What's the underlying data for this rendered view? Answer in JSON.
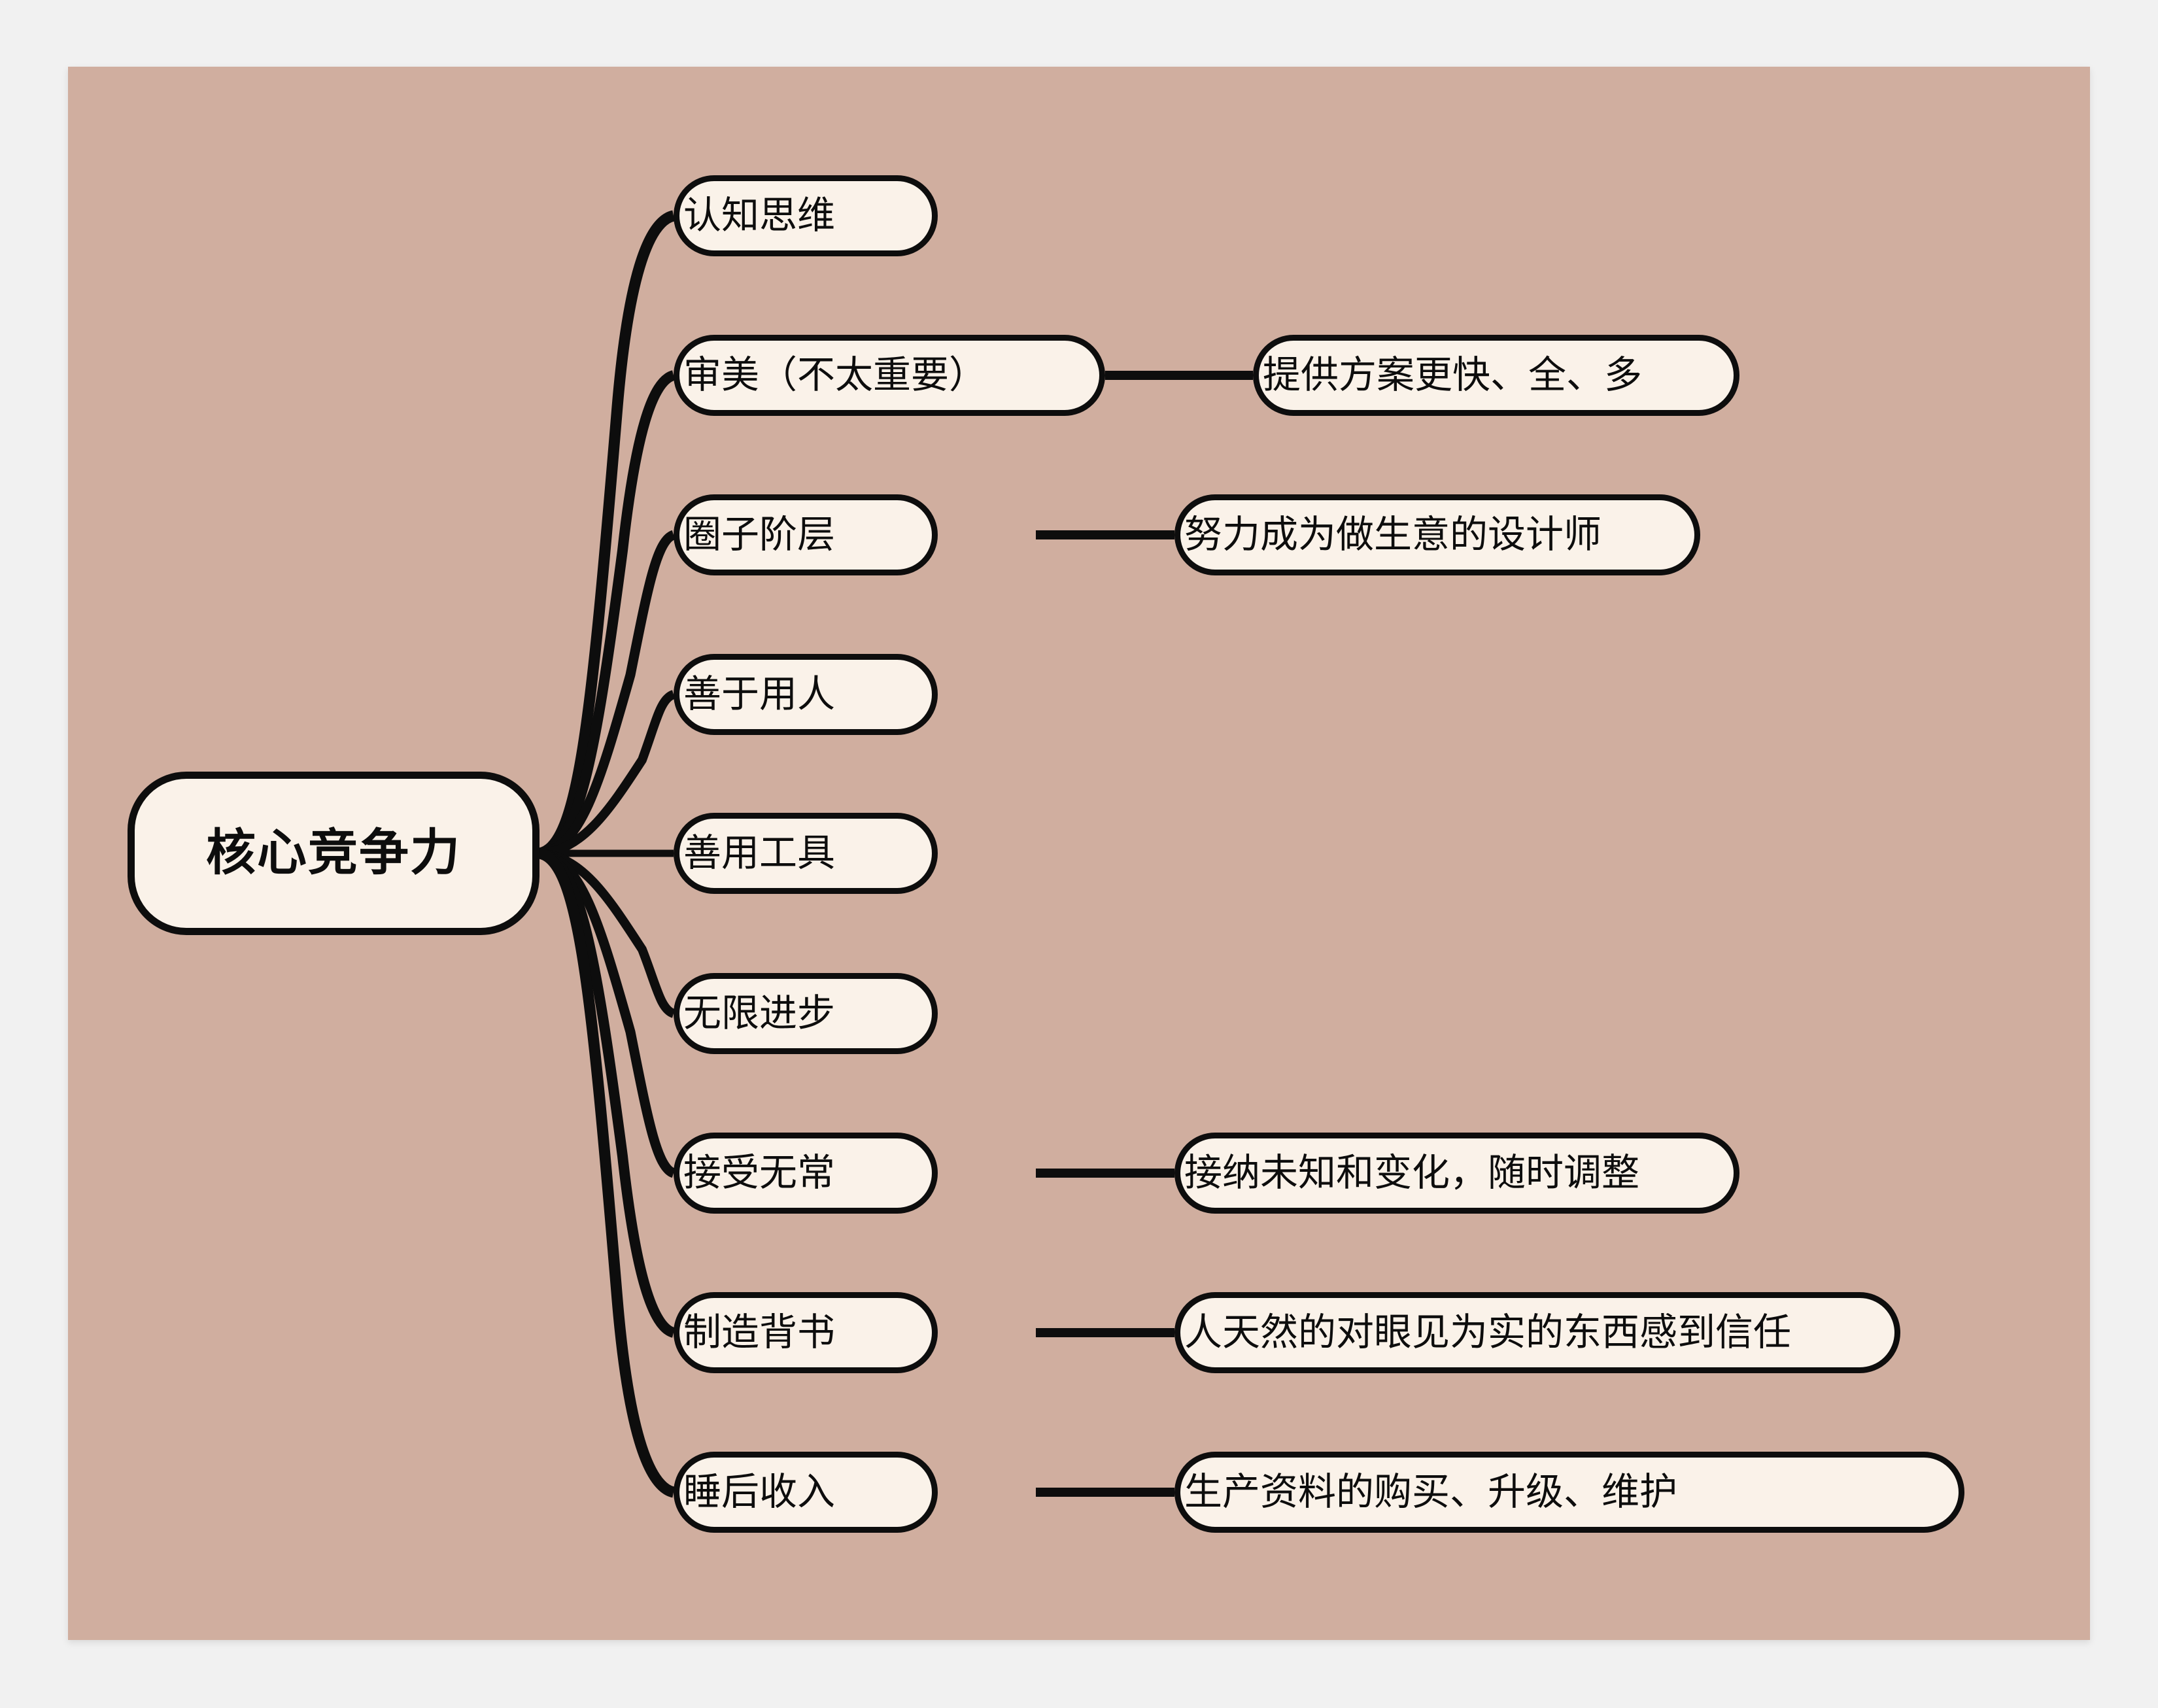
{
  "diagram": {
    "type": "mindmap",
    "title": "核心竞争力",
    "canvas_color": "#d0ae9f",
    "node_fill": "#faf2e9",
    "node_stroke": "#0d0d0d",
    "page_background": "#f1f1f1"
  },
  "root": {
    "label": "核心竞争力"
  },
  "branches": [
    {
      "label": "认知思维",
      "children": []
    },
    {
      "label": "审美（不太重要）",
      "children": [
        {
          "label": "提供方案更快、全、多"
        }
      ]
    },
    {
      "label": "圈子阶层",
      "children": [
        {
          "label": "努力成为做生意的设计师"
        }
      ]
    },
    {
      "label": "善于用人",
      "children": []
    },
    {
      "label": "善用工具",
      "children": []
    },
    {
      "label": "无限进步",
      "children": []
    },
    {
      "label": "接受无常",
      "children": [
        {
          "label": "接纳未知和变化，随时调整"
        }
      ]
    },
    {
      "label": "制造背书",
      "children": [
        {
          "label": "人天然的对眼见为实的东西感到信任"
        }
      ]
    },
    {
      "label": "睡后收入",
      "children": [
        {
          "label": "生产资料的购买、升级、维护"
        }
      ]
    }
  ]
}
